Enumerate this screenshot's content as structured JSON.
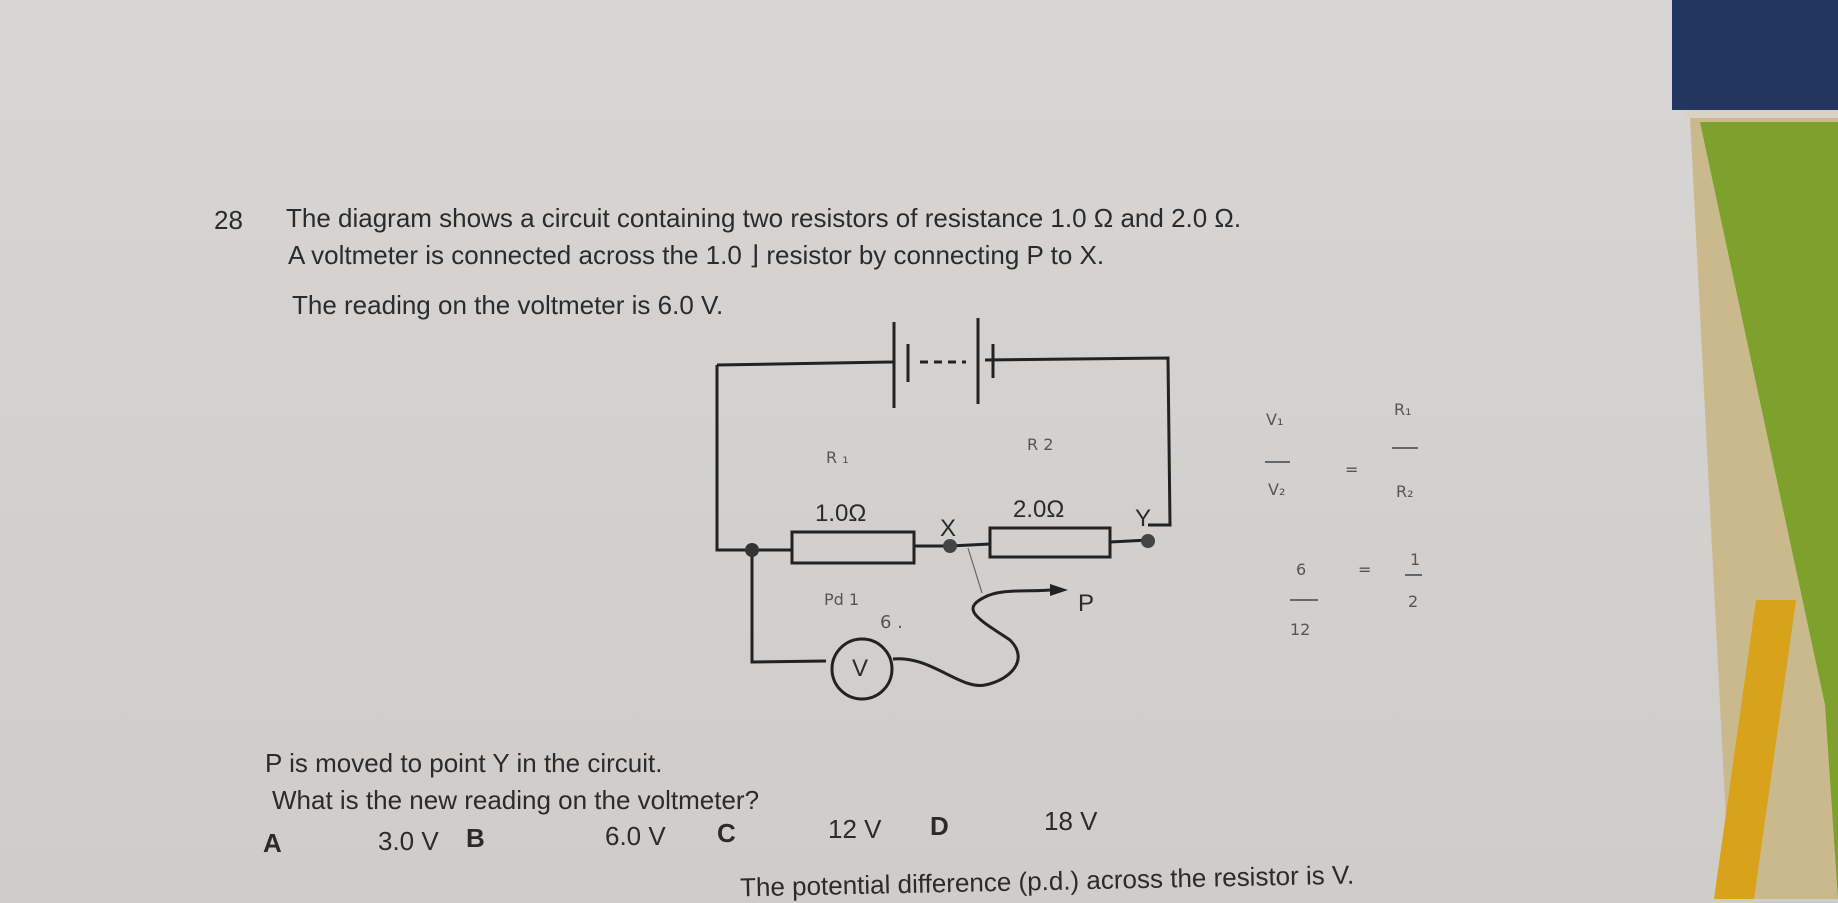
{
  "question": {
    "number": "28",
    "line1": "The diagram shows a circuit containing two resistors of resistance 1.0  Ω and 2.0 Ω.",
    "line2": "A voltmeter is connected across the 1.0 ⌋ resistor by connecting P to X.",
    "line3": "The reading on the voltmeter is 6.0 V.",
    "line4": "P is moved to point Y in the circuit.",
    "line5": "What is the new reading on the voltmeter?"
  },
  "diagram": {
    "r1_value": "1.0Ω",
    "r2_value": "2.0Ω",
    "point_x": "X",
    "point_y": "Y",
    "probe_p": "P",
    "voltmeter": "V"
  },
  "options": [
    {
      "letter": "A",
      "value": "3.0 V"
    },
    {
      "letter": "B",
      "value": "6.0 V"
    },
    {
      "letter": "C",
      "value": "12 V"
    },
    {
      "letter": "D",
      "value": "18 V"
    }
  ],
  "handwriting": {
    "r1_label": "R ₁",
    "r2_label": "R 2",
    "pd_note": "Pd 1",
    "six_note": "6 .",
    "ratio_v1": "V₁",
    "ratio_v2": "V₂",
    "ratio_r1": "R₁",
    "ratio_r2": "R₂",
    "eq1": "=",
    "num6": "6",
    "den12": "12",
    "eq2": "=",
    "num1": "1",
    "den2": "2"
  },
  "next_question_partial": "The potential difference (p.d.) across the resistor is V."
}
